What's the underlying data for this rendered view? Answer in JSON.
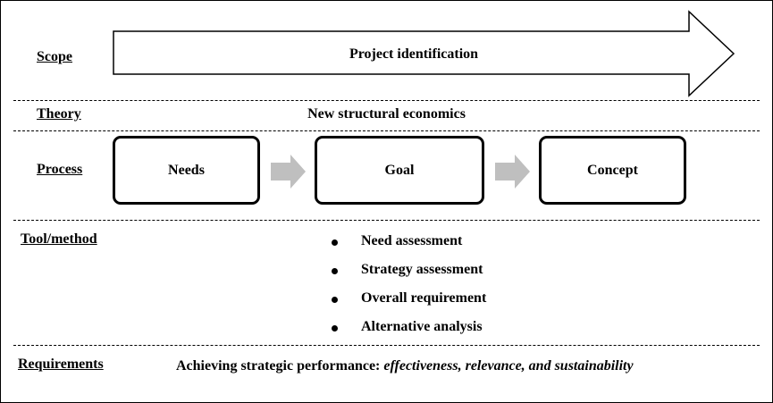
{
  "labels": {
    "scope": "Scope",
    "theory": "Theory",
    "process": "Process",
    "tool": "Tool/method",
    "requirements": "Requirements"
  },
  "scope_arrow_text": "Project identification",
  "theory_text": "New structural economics",
  "process_steps": [
    "Needs",
    "Goal",
    "Concept"
  ],
  "tools": [
    "Need assessment",
    "Strategy assessment",
    "Overall requirement",
    "Alternative analysis"
  ],
  "requirements": {
    "prefix": "Achieving strategic performance:",
    "emphasis": "effectiveness, relevance, and sustainability"
  },
  "colors": {
    "line": "#000000",
    "flow_arrow": "#bfbfbf",
    "background": "#ffffff"
  }
}
